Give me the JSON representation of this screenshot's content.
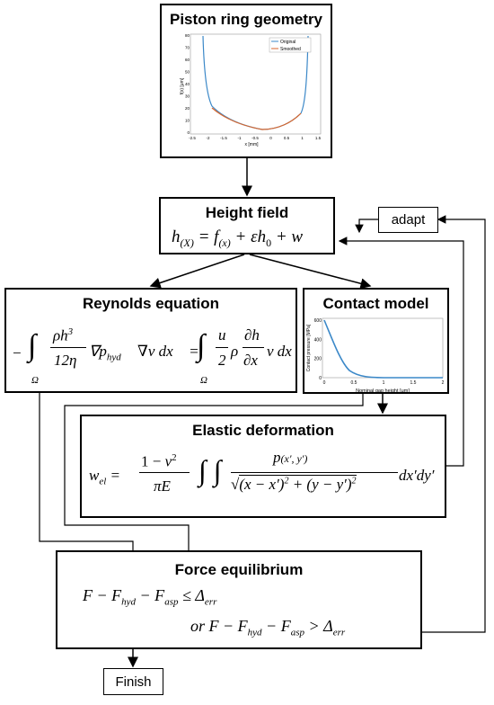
{
  "boxes": {
    "piston": {
      "title": "Piston ring geometry"
    },
    "height": {
      "title": "Height field",
      "equation": "h(X) = f(x) + εh0 + w"
    },
    "adapt": {
      "label": "adapt"
    },
    "reynolds": {
      "title": "Reynolds equation"
    },
    "contact": {
      "title": "Contact model"
    },
    "elastic": {
      "title": "Elastic deformation"
    },
    "force": {
      "title": "Force equilibrium",
      "line1": "F − Fhyd − Fasp ≤ Δerr",
      "line2": "or F − Fhyd − Fasp > Δerr"
    },
    "finish": {
      "label": "Finish"
    }
  },
  "piston_plot": {
    "xlabel": "x [mm]",
    "ylabel": "f(x) [μm]",
    "y_ticks": [
      "80",
      "70",
      "60",
      "50",
      "40",
      "30",
      "20",
      "10",
      "0"
    ],
    "x_ticks": [
      "-2.5",
      "-2",
      "-1.5",
      "-1",
      "-0.5",
      "0",
      "0.5",
      "1",
      "1.5"
    ],
    "legend": [
      "Original",
      "Smoothed"
    ],
    "colors": {
      "original": "#3b88c8",
      "smoothed": "#d9662c"
    }
  },
  "contact_plot": {
    "xlabel": "Nominal gap height [μm]",
    "ylabel": "Contact pressure [MPa]",
    "y_ticks": [
      "600",
      "400",
      "200",
      "0"
    ],
    "x_ticks": [
      "0",
      "0.5",
      "1",
      "1.5",
      "2"
    ],
    "color": "#3b88c8"
  }
}
